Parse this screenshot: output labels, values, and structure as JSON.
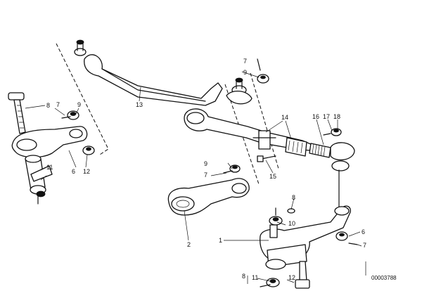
{
  "callouts": {
    "c1": "1",
    "c2": "2",
    "c6": "6",
    "c7": "7",
    "c8": "8",
    "c9": "9",
    "c10": "10",
    "c11": "11",
    "c12": "12",
    "c13": "13",
    "c14": "14",
    "c15": "15",
    "c16": "16",
    "c17": "17",
    "c18": "18"
  },
  "diagram_code": "00003788"
}
